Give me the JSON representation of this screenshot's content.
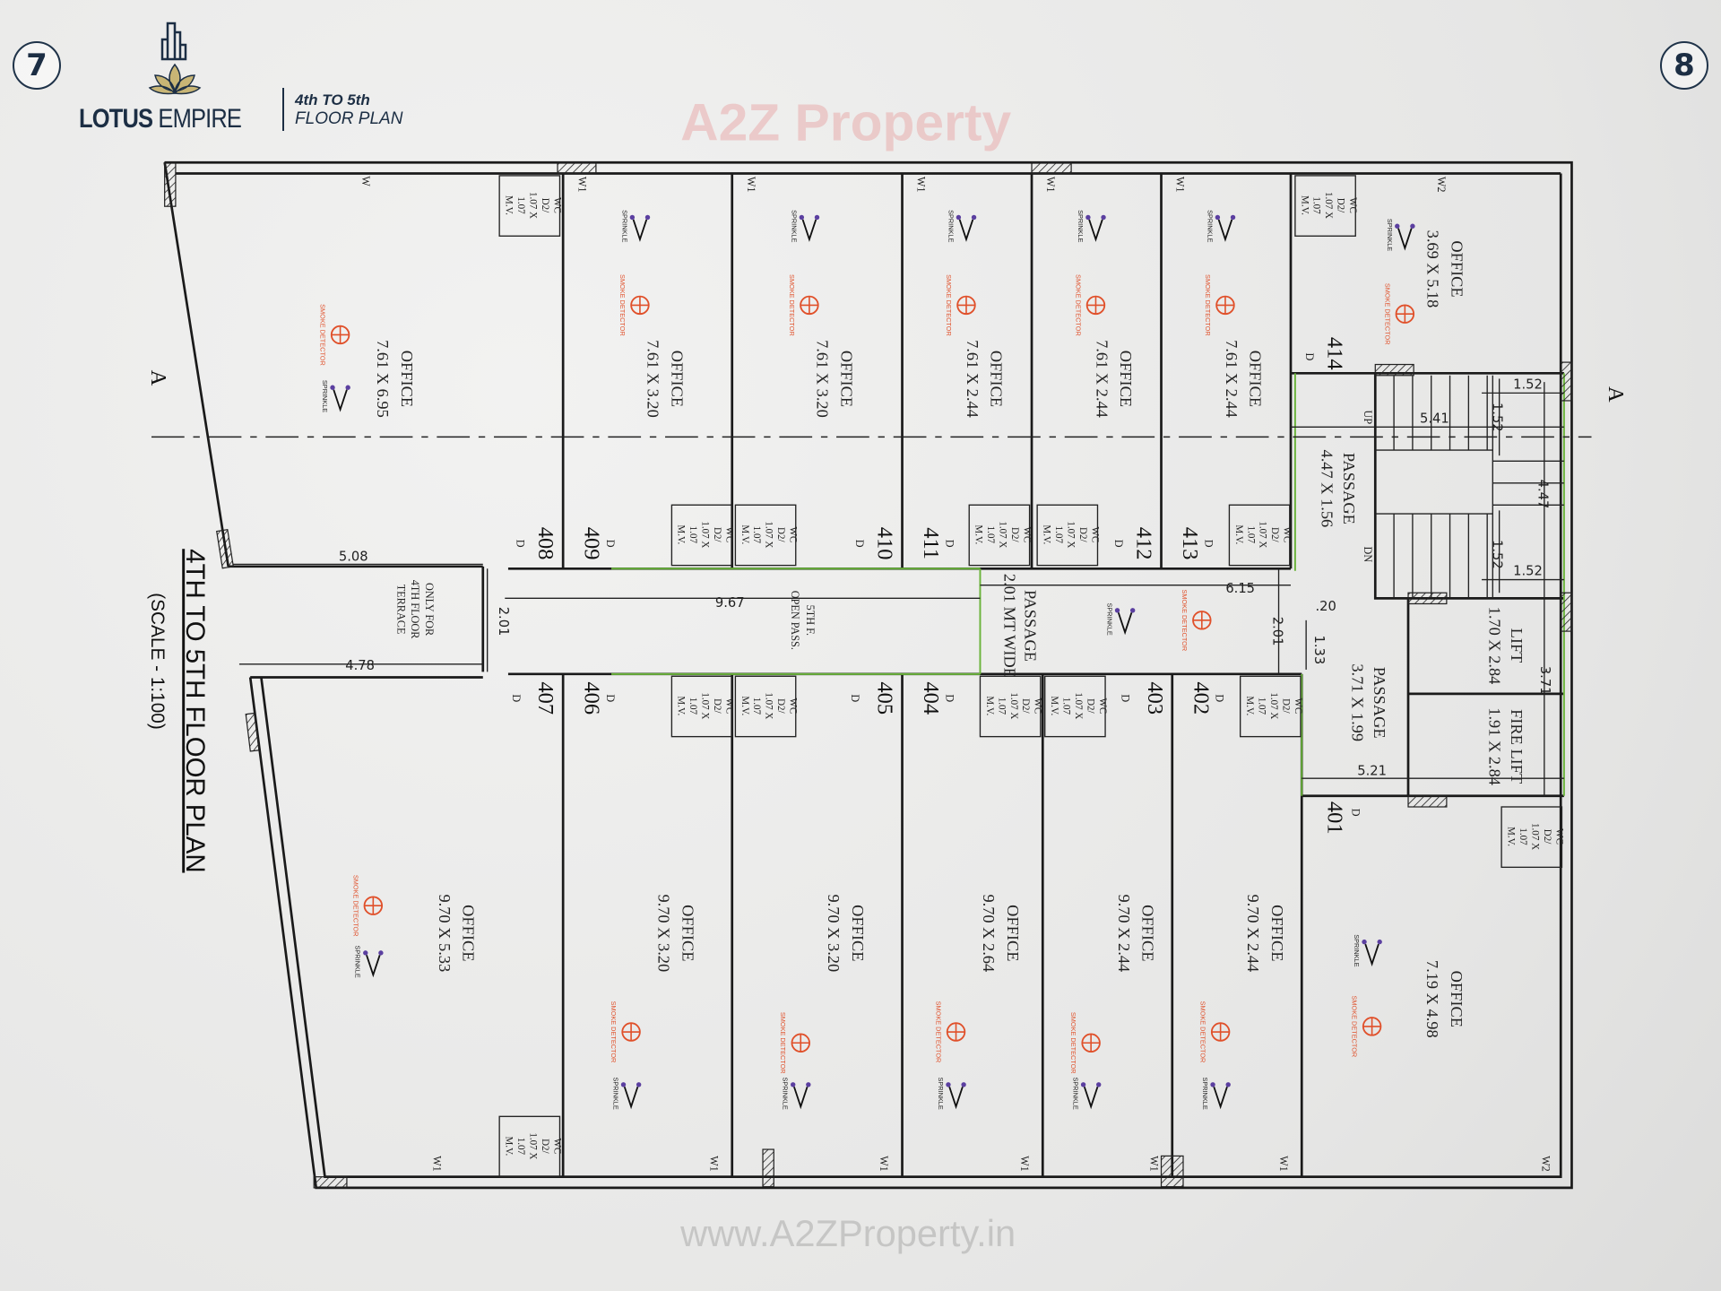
{
  "page_numbers": {
    "left": "7",
    "right": "8"
  },
  "logo": {
    "brand_bold": "LOTUS",
    "brand_light": "EMPIRE",
    "subtitle_line1": "4th TO 5th",
    "subtitle_line2": "FLOOR PLAN"
  },
  "title": {
    "main": "4TH TO 5TH FLOOR PLAN",
    "scale": "(SCALE - 1:100)"
  },
  "section_marker": "A",
  "watermark": {
    "logo_text": "A2Z Property",
    "url": "www.A2ZProperty.in"
  },
  "colors": {
    "walls": "#1a1a1a",
    "green_outline": "#6bb43c",
    "smoke_detector": "#e0502a",
    "sprinkler_heads": "#5b3fa0",
    "brand": "#1c2e44"
  },
  "labels": {
    "sprinkle": "SPRINKLE",
    "smoke_detector": "SMOKE DETECTOR",
    "door": "D",
    "wc_lines": [
      "WC",
      "D2/",
      "1.07 X",
      "1.07",
      "M.V."
    ],
    "up": "UP",
    "dn": "DN",
    "window_w": "W",
    "window_w1": "W1",
    "window_w2": "W2"
  },
  "rooms_top": [
    {
      "number": "408",
      "name": "OFFICE",
      "size": "7.61 X 6.95"
    },
    {
      "number": "409",
      "name": "OFFICE",
      "size": "7.61 X 3.20"
    },
    {
      "number": "410",
      "name": "OFFICE",
      "size": "7.61 X 3.20"
    },
    {
      "number": "411",
      "name": "OFFICE",
      "size": "7.61 X 2.44"
    },
    {
      "number": "412",
      "name": "OFFICE",
      "size": "7.61 X 2.44"
    },
    {
      "number": "413",
      "name": "OFFICE",
      "size": "7.61 X 2.44"
    },
    {
      "number": "414",
      "name": "OFFICE",
      "size": "3.69 X 5.18"
    }
  ],
  "rooms_bottom": [
    {
      "number": "407",
      "name": "OFFICE",
      "size": "9.70 X 5.33"
    },
    {
      "number": "406",
      "name": "OFFICE",
      "size": "9.70 X 3.20"
    },
    {
      "number": "405",
      "name": "OFFICE",
      "size": "9.70 X 3.20"
    },
    {
      "number": "404",
      "name": "OFFICE",
      "size": "9.70 X 2.64"
    },
    {
      "number": "403",
      "name": "OFFICE",
      "size": "9.70 X 2.44"
    },
    {
      "number": "402",
      "name": "OFFICE",
      "size": "9.70 X 2.44"
    },
    {
      "number": "401",
      "name": "OFFICE",
      "size": "7.19 X 4.98"
    }
  ],
  "core": {
    "passage_upper": {
      "name": "PASSAGE",
      "size": "4.47 X 1.56"
    },
    "passage_lower": {
      "name": "PASSAGE",
      "size": "3.71 X 1.99"
    },
    "lift": {
      "name": "LIFT",
      "size": "1.70 X 2.84"
    },
    "fire_lift": {
      "name": "FIRE LIFT",
      "size": "1.91 X 2.84"
    }
  },
  "middle": {
    "terrace": [
      "ONLY FOR",
      "4TH FLOOR",
      "TERRACE"
    ],
    "open_pass": [
      "5TH F.",
      "OPEN PASS."
    ],
    "passage": [
      "PASSAGE",
      "2.01 MT WIDE"
    ]
  },
  "dimensions": {
    "d508": "5.08",
    "d478": "4.78",
    "d201a": "2.01",
    "d967": "9.67",
    "d615": "6.15",
    "d201b": "2.01",
    "d020": ".20",
    "d133": "1.33",
    "d541": "5.41",
    "d152a": "1.52",
    "d152b": "1.52",
    "d152c": "1.52",
    "d152d": "1.52",
    "d447": "4.47",
    "d371": "3.71",
    "d521": "5.21"
  }
}
